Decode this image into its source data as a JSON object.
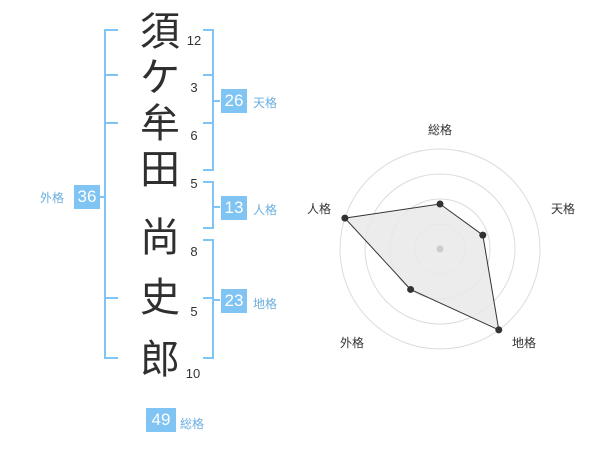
{
  "name_chars": [
    {
      "char": "須",
      "strokes": "12"
    },
    {
      "char": "ケ",
      "strokes": "3"
    },
    {
      "char": "牟",
      "strokes": "6"
    },
    {
      "char": "田",
      "strokes": "5"
    },
    {
      "char": "尚",
      "strokes": "8"
    },
    {
      "char": "史",
      "strokes": "5"
    },
    {
      "char": "郎",
      "strokes": "10"
    }
  ],
  "fortunes": {
    "tenkaku": {
      "value": "26",
      "label": "天格"
    },
    "jinkaku": {
      "value": "13",
      "label": "人格"
    },
    "chikaku": {
      "value": "23",
      "label": "地格"
    },
    "gaikaku": {
      "value": "36",
      "label": "外格"
    },
    "soukaku": {
      "value": "49",
      "label": "総格"
    }
  },
  "radar": {
    "labels": {
      "soukaku": "総格",
      "tenkaku": "天格",
      "chikaku": "地格",
      "gaikaku": "外格",
      "jinkaku": "人格"
    },
    "colors": {
      "accent": "#7fc4f2",
      "accent_text": "#6aaedf",
      "ring": "#dcdcdc",
      "fill": "#e9e9e9",
      "line": "#333333"
    }
  },
  "chart_data": {
    "type": "radar",
    "axes": [
      "総格",
      "天格",
      "地格",
      "外格",
      "人格"
    ],
    "values": [
      0.45,
      0.45,
      1.0,
      0.5,
      1.0
    ],
    "rings": 4
  }
}
